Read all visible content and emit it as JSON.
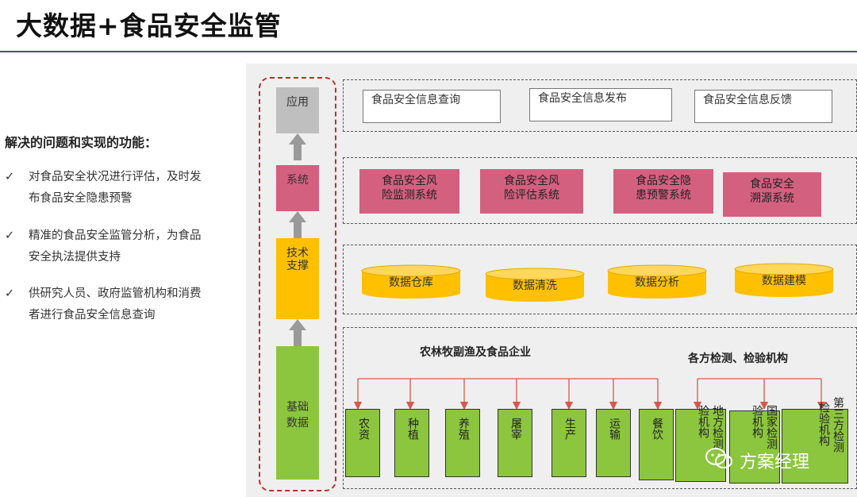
{
  "title": "大数据+食品安全监管",
  "left": {
    "heading": "解决的问题和实现的功能：",
    "check": "✓",
    "bullets": [
      {
        "line1": "对食品安全状况进行评估，及时发",
        "line2": "布食品安全隐患预警"
      },
      {
        "line1": "精准的食品安全监管分析，为食品",
        "line2": "安全执法提供支持"
      },
      {
        "line1": "供研究人员、政府监管机构和消费",
        "line2": "者进行食品安全信息查询"
      }
    ]
  },
  "stack": {
    "app": "应用",
    "system": "系统",
    "tech": [
      "技术",
      "支撑"
    ],
    "base": [
      "基础",
      "数据"
    ]
  },
  "application_layer": [
    "食品安全信息查询",
    "食品安全信息发布",
    "食品安全信息反馈"
  ],
  "system_layer": [
    [
      "食品安全风",
      "险监测系统"
    ],
    [
      "食品安全风",
      "险评估系统"
    ],
    [
      "食品安全隐",
      "患预警系统"
    ],
    [
      "食品安全",
      "溯源系统"
    ]
  ],
  "tech_layer": [
    "数据仓库",
    "数据清洗",
    "数据分析",
    "数据建模"
  ],
  "data_layer": {
    "group1_label": "农林牧副渔及食品企业",
    "group2_label": "各方检测、检验机构",
    "group1_items": [
      "农资",
      "种植",
      "养殖",
      "屠宰",
      "生产",
      "运输",
      "餐饮"
    ],
    "group2_items": [
      [
        "验机构",
        "地方检测"
      ],
      [
        "验机构",
        "国家检测"
      ],
      [
        "检验机构",
        "第三方检测"
      ]
    ]
  },
  "watermark": "方案经理",
  "colors": {
    "pink": "#d4607f",
    "yellow": "#ffc000",
    "green": "#8cc63e",
    "gray": "#bfbfbf",
    "red": "#b5332a"
  }
}
